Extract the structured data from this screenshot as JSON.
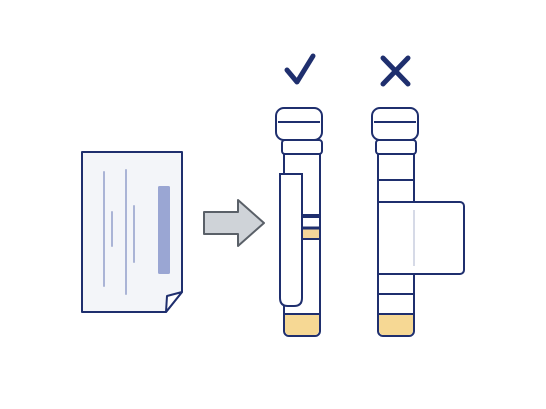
{
  "diagram": {
    "colors": {
      "stroke": "#1f2f6e",
      "fill_white": "#ffffff",
      "paper": "#f3f5f9",
      "paper_line": "#aab4d6",
      "barcode": "#9aa6d3",
      "arrow_fill": "#cfd3d8",
      "arrow_stroke": "#5a6068",
      "liquid": "#f6d894",
      "band_tan": "#f3d59a",
      "label_shadow": "#c8cedf"
    },
    "icons": {
      "correct": "checkmark-icon",
      "incorrect": "cross-icon",
      "direction": "arrow-right-icon",
      "document": "document-page-icon"
    },
    "correct_tube": {
      "mark": "correct",
      "label_applied": "vertical",
      "sample_level": 0.12
    },
    "incorrect_tube": {
      "mark": "incorrect",
      "label_applied": "wrapped-sticking-out",
      "sample_level": 0.12
    }
  }
}
